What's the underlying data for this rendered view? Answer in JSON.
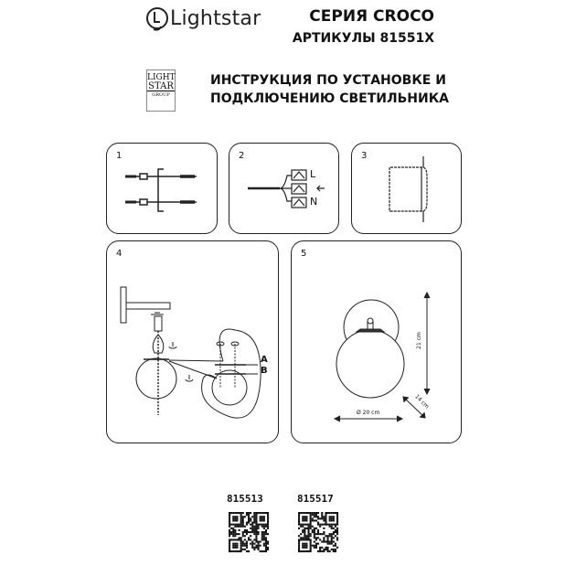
{
  "header": {
    "brand": "Lightstar",
    "series": "СЕРИЯ CROCO",
    "articles": "АРТИКУЛЫ 81551X"
  },
  "group_logo": {
    "line1": "LIGHT",
    "line2": "STAR",
    "line3": "GROUP"
  },
  "instruction": {
    "line1": "ИНСТРУКЦИЯ ПО УСТАНОВКЕ И",
    "line2": "ПОДКЛЮЧЕНИЮ СВЕТИЛЬНИКА"
  },
  "panels": [
    {
      "number": "1"
    },
    {
      "number": "2",
      "labels": {
        "live": "L",
        "neutral": "N"
      }
    },
    {
      "number": "3"
    },
    {
      "number": "4",
      "labels": {
        "a": "A",
        "b": "B"
      }
    },
    {
      "number": "5",
      "dimensions": {
        "height": "21 cm",
        "diameter": "Ø 20 cm",
        "depth": "14 cm"
      }
    }
  ],
  "codes": [
    {
      "article": "815513"
    },
    {
      "article": "815517"
    }
  ]
}
